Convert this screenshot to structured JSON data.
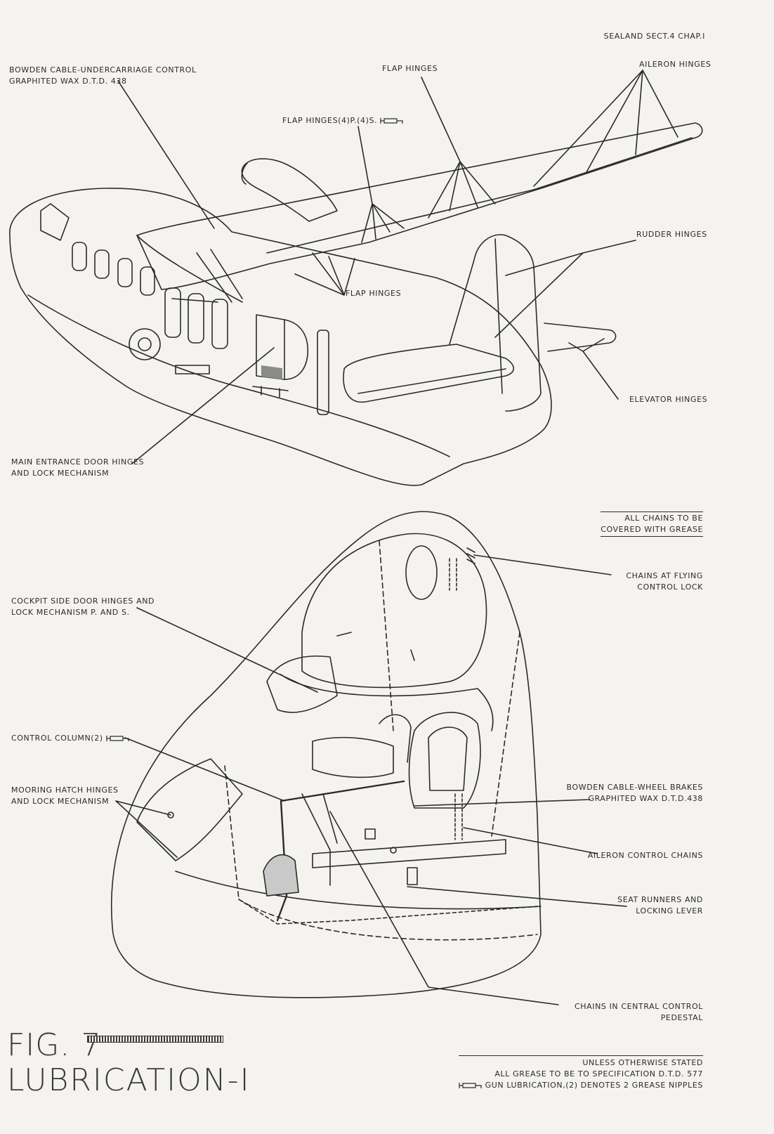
{
  "header": {
    "ref": "SEALAND SECT.4 CHAP.I"
  },
  "labels": {
    "bowden_undercarriage": [
      "BOWDEN CABLE-UNDERCARRIAGE CONTROL",
      "GRAPHITED WAX D.T.D. 438"
    ],
    "flap_hinges_top": "FLAP HINGES",
    "aileron_hinges": "AILERON HINGES",
    "flap_hinges_ps": "FLAP HINGES(4)P.(4)S.",
    "rudder_hinges": "RUDDER HINGES",
    "flap_hinges_mid": "FLAP HINGES",
    "elevator_hinges": "ELEVATOR HINGES",
    "main_entrance": [
      "MAIN ENTRANCE DOOR HINGES",
      "AND LOCK MECHANISM"
    ],
    "all_chains": [
      "ALL CHAINS TO BE",
      "COVERED WITH GREASE"
    ],
    "chains_flying_control": [
      "CHAINS AT FLYING",
      "CONTROL LOCK"
    ],
    "cockpit_side_door": [
      "COCKPIT SIDE DOOR HINGES AND",
      "LOCK MECHANISM  P. AND S."
    ],
    "control_column": "CONTROL COLUMN(2)",
    "mooring_hatch": [
      "MOORING HATCH HINGES",
      "AND LOCK MECHANISM"
    ],
    "bowden_wheel_brakes": [
      "BOWDEN CABLE-WHEEL BRAKES",
      "GRAPHITED WAX D.T.D.438"
    ],
    "aileron_control_chains": "AILERON CONTROL CHAINS",
    "seat_runners": [
      "SEAT RUNNERS AND",
      "LOCKING LEVER"
    ],
    "chains_central": [
      "CHAINS IN CENTRAL CONTROL",
      "PEDESTAL"
    ]
  },
  "figure": {
    "number": "FIG. 7",
    "title": "LUBRICATION-I"
  },
  "notes": [
    "UNLESS OTHERWISE STATED",
    "ALL GREASE TO BE TO SPECIFICATION D.T.D. 577",
    "GUN  LUBRICATION,(2) DENOTES 2 GREASE NIPPLES"
  ],
  "icons": {
    "grease_gun": "grease-gun-icon"
  }
}
